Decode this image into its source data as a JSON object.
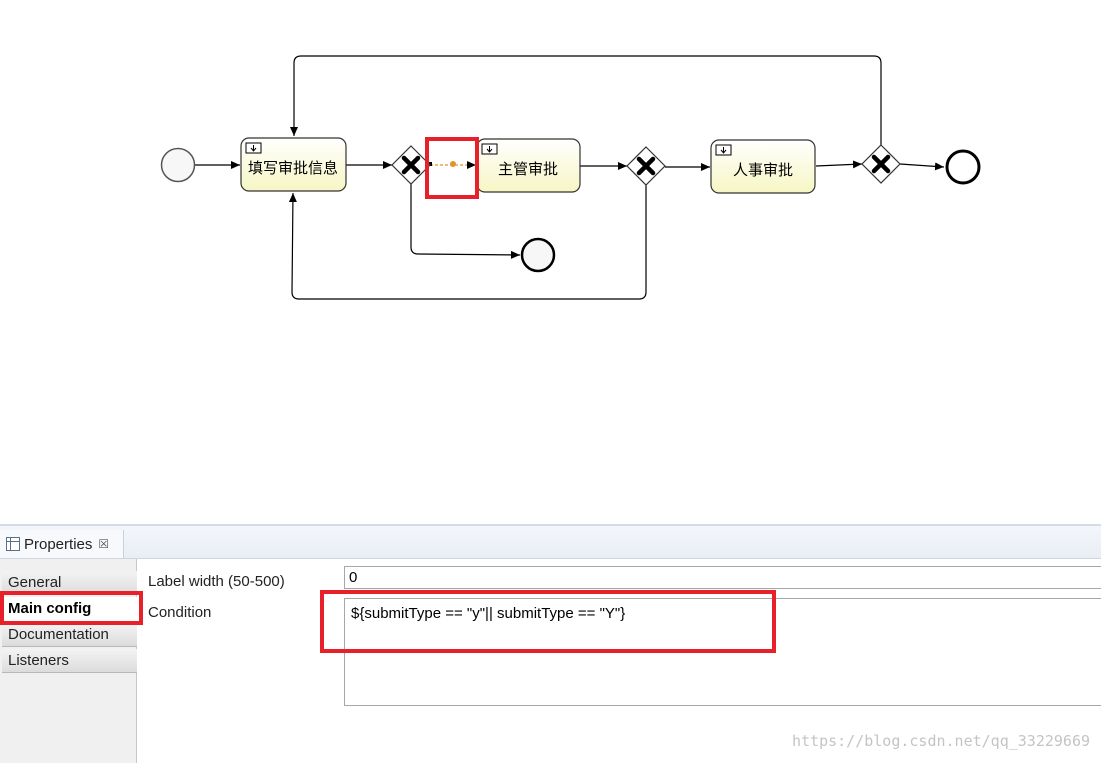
{
  "diagram": {
    "tasks": [
      {
        "label": "填写审批信息"
      },
      {
        "label": "主管审批"
      },
      {
        "label": "人事审批"
      }
    ]
  },
  "properties": {
    "tab_title": "Properties",
    "tab_close": "☒",
    "sidebar": [
      "General",
      "Main config",
      "Documentation",
      "Listeners"
    ],
    "active_item": "Main config",
    "fields": {
      "label_width_label": "Label width (50-500)",
      "label_width_value": "0",
      "condition_label": "Condition",
      "condition_value": "${submitType == \"y\"|| submitType == \"Y\"}"
    }
  },
  "watermark": "https://blog.csdn.net/qq_33229669",
  "colors": {
    "highlight_red": "#e8202a",
    "task_fill": "#fefed9",
    "selected_flow": "#e8922b"
  }
}
